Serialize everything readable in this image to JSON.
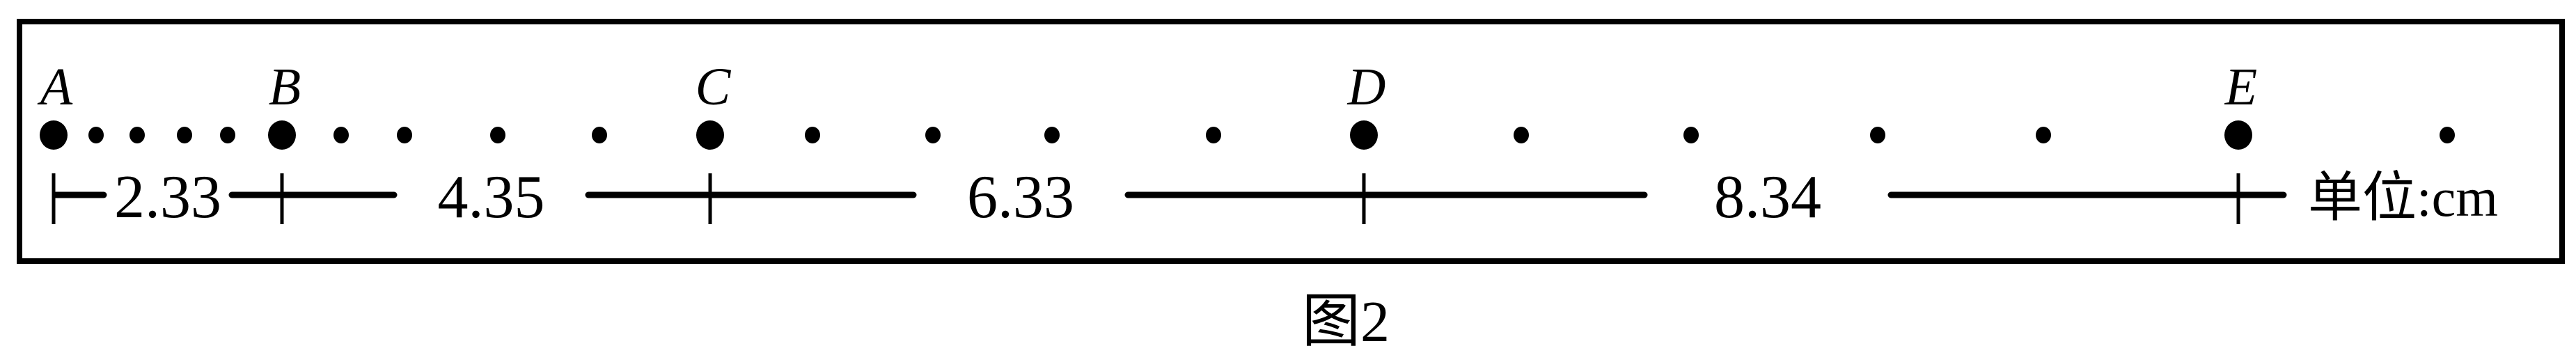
{
  "points": [
    {
      "label": "A"
    },
    {
      "label": "B"
    },
    {
      "label": "C"
    },
    {
      "label": "D"
    },
    {
      "label": "E"
    }
  ],
  "distances": [
    "2.33",
    "4.35",
    "6.33",
    "8.34"
  ],
  "unit_label": "单位:cm",
  "caption": "图2",
  "colors": {
    "ink": "#000000",
    "background": "#ffffff"
  }
}
